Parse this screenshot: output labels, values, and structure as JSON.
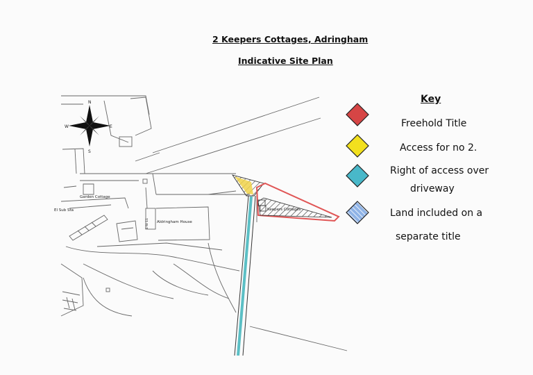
{
  "title": "2 Keepers Cottages, Adringham",
  "subtitle": "Indicative Site Plan",
  "key": {
    "heading": "Key",
    "items": [
      {
        "label": "Freehold Title",
        "color": "#d64545",
        "stroke": "#222222"
      },
      {
        "label": "Access for no 2.",
        "color": "#f2e01e",
        "stroke": "#222222"
      },
      {
        "label_line1": "Right of access over",
        "label_line2": "driveway",
        "color": "#49b8c9",
        "stroke": "#222222"
      },
      {
        "label_line1": "Land included on a",
        "label_line2": "separate title",
        "color": "#8fb3e6",
        "stroke": "#222222"
      }
    ]
  },
  "map_labels": {
    "compass_n": "N",
    "compass_e": "E",
    "compass_s": "S",
    "compass_w": "W",
    "garden_cottage": "Garden Cottage",
    "el_sub_sta": "El Sub Sta",
    "aldringham_house": "Aldringham House",
    "keepers_cottages": "Keepers Cottages",
    "building_no": "1 to 11"
  },
  "colors": {
    "freehold_outline": "#e05555",
    "access_fill": "#f0d24a",
    "driveway": "#5bbfc5",
    "map_line": "#555555"
  }
}
